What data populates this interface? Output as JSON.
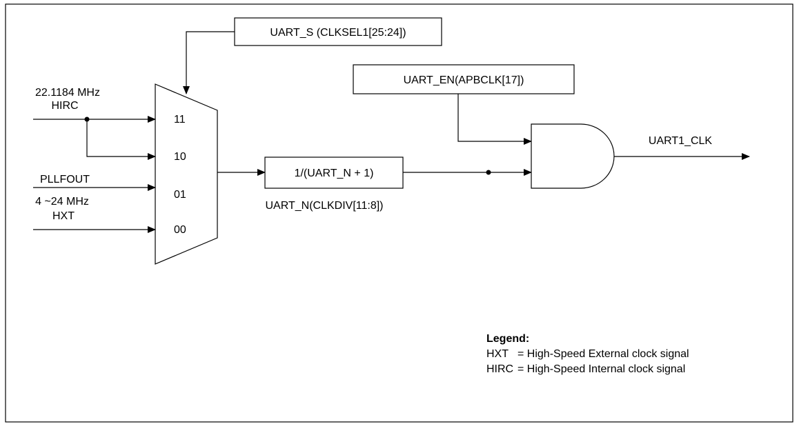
{
  "selector_box": {
    "label": "UART_S (CLKSEL1[25:24])"
  },
  "enable_box": {
    "label": "UART_EN(APBCLK[17])"
  },
  "inputs": {
    "hirc_freq": "22.1184 MHz",
    "hirc_name": "HIRC",
    "pll_name": "PLLFOUT",
    "hxt_freq": "4 ~24 MHz",
    "hxt_name": "HXT"
  },
  "mux_inputs": [
    "11",
    "10",
    "01",
    "00"
  ],
  "divider": {
    "label": "1/(UART_N + 1)",
    "caption": "UART_N(CLKDIV[11:8])"
  },
  "output": {
    "label": "UART1_CLK"
  },
  "legend": {
    "title": "Legend:",
    "entries": [
      {
        "abbr": "HXT",
        "desc": "= High-Speed External clock signal"
      },
      {
        "abbr": "HIRC",
        "desc": "= High-Speed Internal clock signal"
      }
    ]
  },
  "colors": {
    "line": "#000000",
    "background": "#ffffff"
  }
}
